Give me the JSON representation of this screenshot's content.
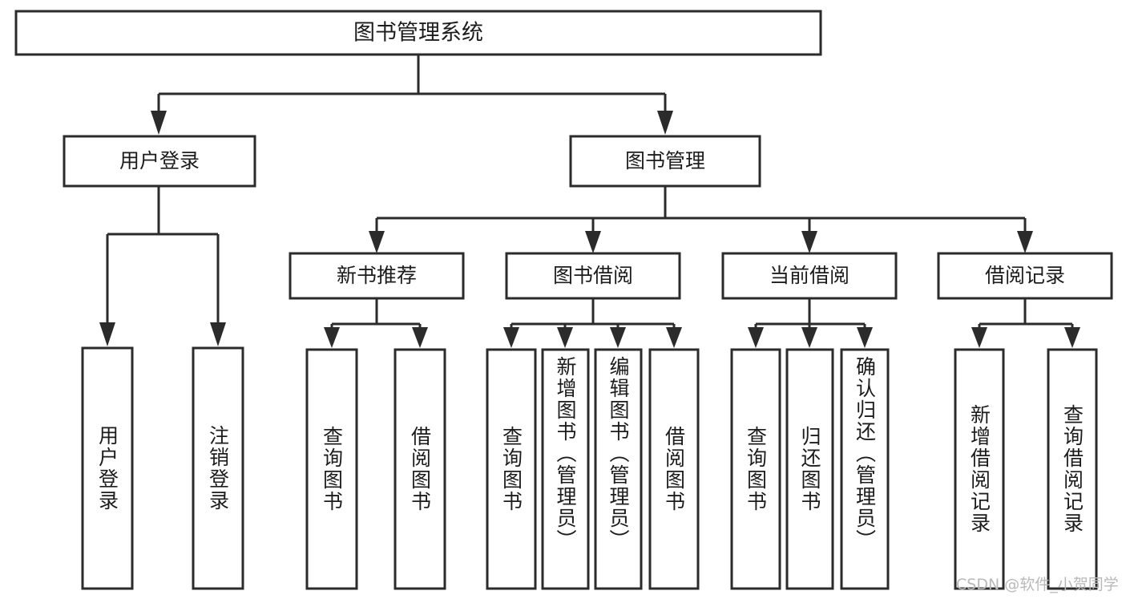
{
  "diagram": {
    "title": "图书管理系统",
    "watermark": "CSDN @软件_小贺同学",
    "colors": {
      "stroke": "#2b2b2b",
      "fill": "#ffffff",
      "text": "#1c1c1c",
      "watermark": "#b9b9b9",
      "background": "#ffffff"
    },
    "root": {
      "label": "图书管理系统"
    },
    "level2": [
      {
        "label": "用户登录"
      },
      {
        "label": "图书管理"
      }
    ],
    "level3": [
      {
        "label": "新书推荐"
      },
      {
        "label": "图书借阅"
      },
      {
        "label": "当前借阅"
      },
      {
        "label": "借阅记录"
      }
    ],
    "leaves": {
      "user_login": [
        {
          "label": "用户登录"
        },
        {
          "label": "注销登录"
        }
      ],
      "new_book_recommend": [
        {
          "label": "查询图书"
        },
        {
          "label": "借阅图书"
        }
      ],
      "book_borrow": [
        {
          "label": "查询图书"
        },
        {
          "label": "新增图书（管理员）"
        },
        {
          "label": "编辑图书（管理员）"
        },
        {
          "label": "借阅图书"
        }
      ],
      "current_borrow": [
        {
          "label": "查询图书"
        },
        {
          "label": "归还图书"
        },
        {
          "label": "确认归还（管理员）"
        }
      ],
      "borrow_record": [
        {
          "label": "新增借阅记录"
        },
        {
          "label": "查询借阅记录"
        }
      ]
    }
  },
  "chart_data": {
    "type": "table",
    "title": "图书管理系统 功能结构图",
    "structure": [
      {
        "node": "图书管理系统",
        "level": 1,
        "children": [
          {
            "node": "用户登录",
            "level": 2,
            "children": [
              {
                "node": "用户登录",
                "level": 3,
                "children": []
              },
              {
                "node": "注销登录",
                "level": 3,
                "children": []
              }
            ]
          },
          {
            "node": "图书管理",
            "level": 2,
            "children": [
              {
                "node": "新书推荐",
                "level": 3,
                "children": [
                  {
                    "node": "查询图书",
                    "level": 4,
                    "children": []
                  },
                  {
                    "node": "借阅图书",
                    "level": 4,
                    "children": []
                  }
                ]
              },
              {
                "node": "图书借阅",
                "level": 3,
                "children": [
                  {
                    "node": "查询图书",
                    "level": 4,
                    "children": []
                  },
                  {
                    "node": "新增图书（管理员）",
                    "level": 4,
                    "children": []
                  },
                  {
                    "node": "编辑图书（管理员）",
                    "level": 4,
                    "children": []
                  },
                  {
                    "node": "借阅图书",
                    "level": 4,
                    "children": []
                  }
                ]
              },
              {
                "node": "当前借阅",
                "level": 3,
                "children": [
                  {
                    "node": "查询图书",
                    "level": 4,
                    "children": []
                  },
                  {
                    "node": "归还图书",
                    "level": 4,
                    "children": []
                  },
                  {
                    "node": "确认归还（管理员）",
                    "level": 4,
                    "children": []
                  }
                ]
              },
              {
                "node": "借阅记录",
                "level": 3,
                "children": [
                  {
                    "node": "新增借阅记录",
                    "level": 4,
                    "children": []
                  },
                  {
                    "node": "查询借阅记录",
                    "level": 4,
                    "children": []
                  }
                ]
              }
            ]
          }
        ]
      }
    ]
  }
}
